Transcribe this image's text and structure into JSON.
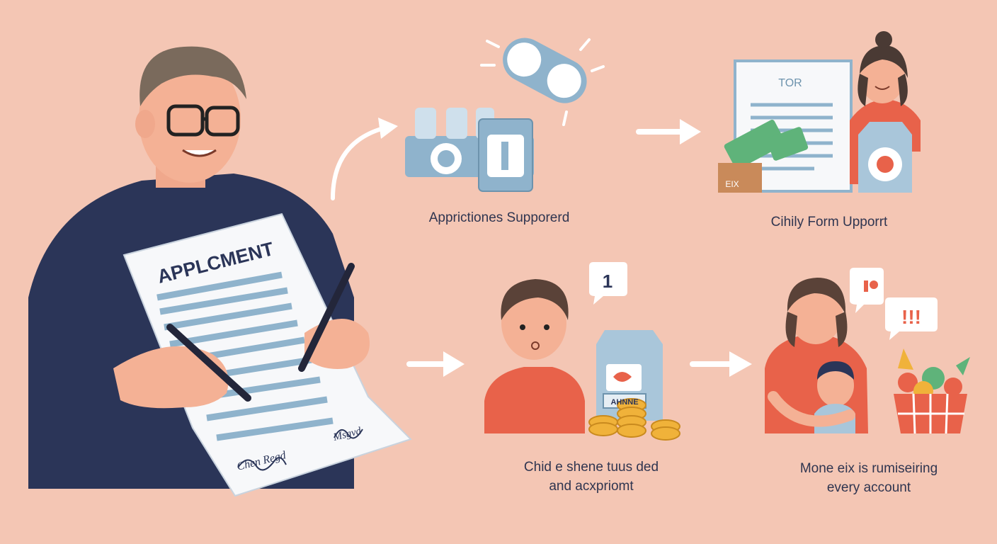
{
  "application_form": {
    "title": "APPLCMENT",
    "signature_left": "Chen Regd",
    "signature_right": "Msgvd"
  },
  "steps": [
    {
      "caption": "Apprictiones Supporerd",
      "icons": [
        "bottles-icon",
        "money-bill-icon"
      ]
    },
    {
      "caption": "Cihily Form Upporrt",
      "doc_heading": "TOR",
      "box_label": "EIX"
    },
    {
      "caption_lines": [
        "Chid e shene tuus ded",
        "and acxpriomt"
      ],
      "bubble": "1",
      "carton_label": "AHNNE"
    },
    {
      "caption_lines": [
        "Mone eix is rumiseiring",
        "every account"
      ],
      "bubble_alert": "!!!"
    }
  ],
  "colors": {
    "background": "#f4c6b4",
    "navy": "#2b3558",
    "orange": "#e8624a",
    "blue": "#8fb3cc",
    "paper": "#f7f8fa",
    "green": "#5fb37a",
    "gold": "#f0b23a"
  }
}
